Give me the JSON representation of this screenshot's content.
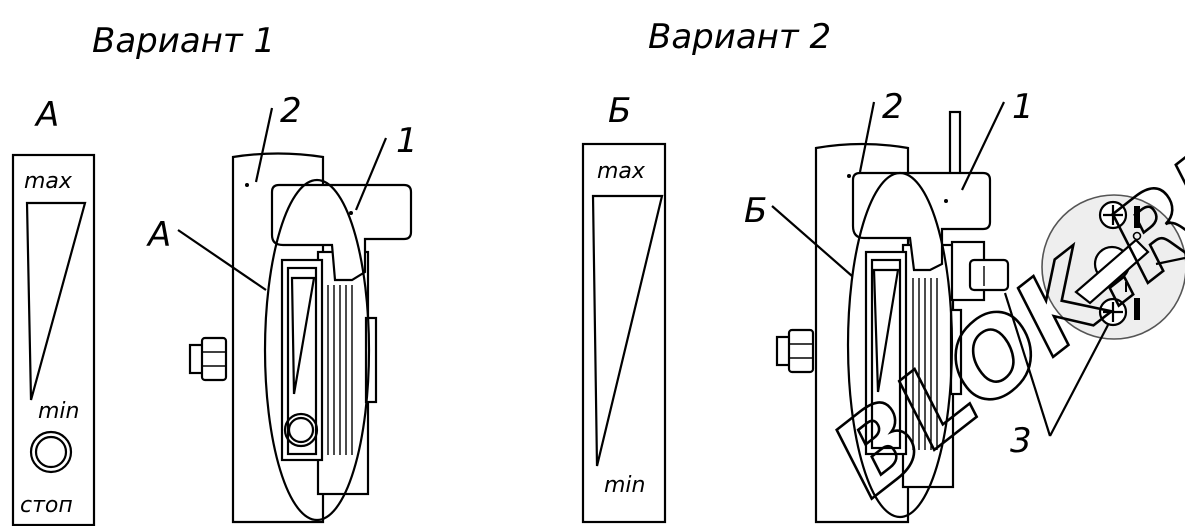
{
  "variant1": {
    "title": "Вариант 1",
    "detail_letter": "А",
    "callout_letter": "А",
    "callout_1": "1",
    "callout_2": "2",
    "indicator": {
      "max_label": "max",
      "min_label": "min",
      "stop_label": "стоп"
    }
  },
  "variant2": {
    "title": "Вариант 2",
    "detail_letter": "Б",
    "callout_letter": "Б",
    "callout_1": "1",
    "callout_2": "2",
    "callout_3": "3",
    "indicator": {
      "max_label": "max",
      "min_label": "min"
    }
  },
  "watermark": {
    "text": "BLOK.RU"
  },
  "colors": {
    "line": "#000000",
    "background": "#ffffff"
  }
}
